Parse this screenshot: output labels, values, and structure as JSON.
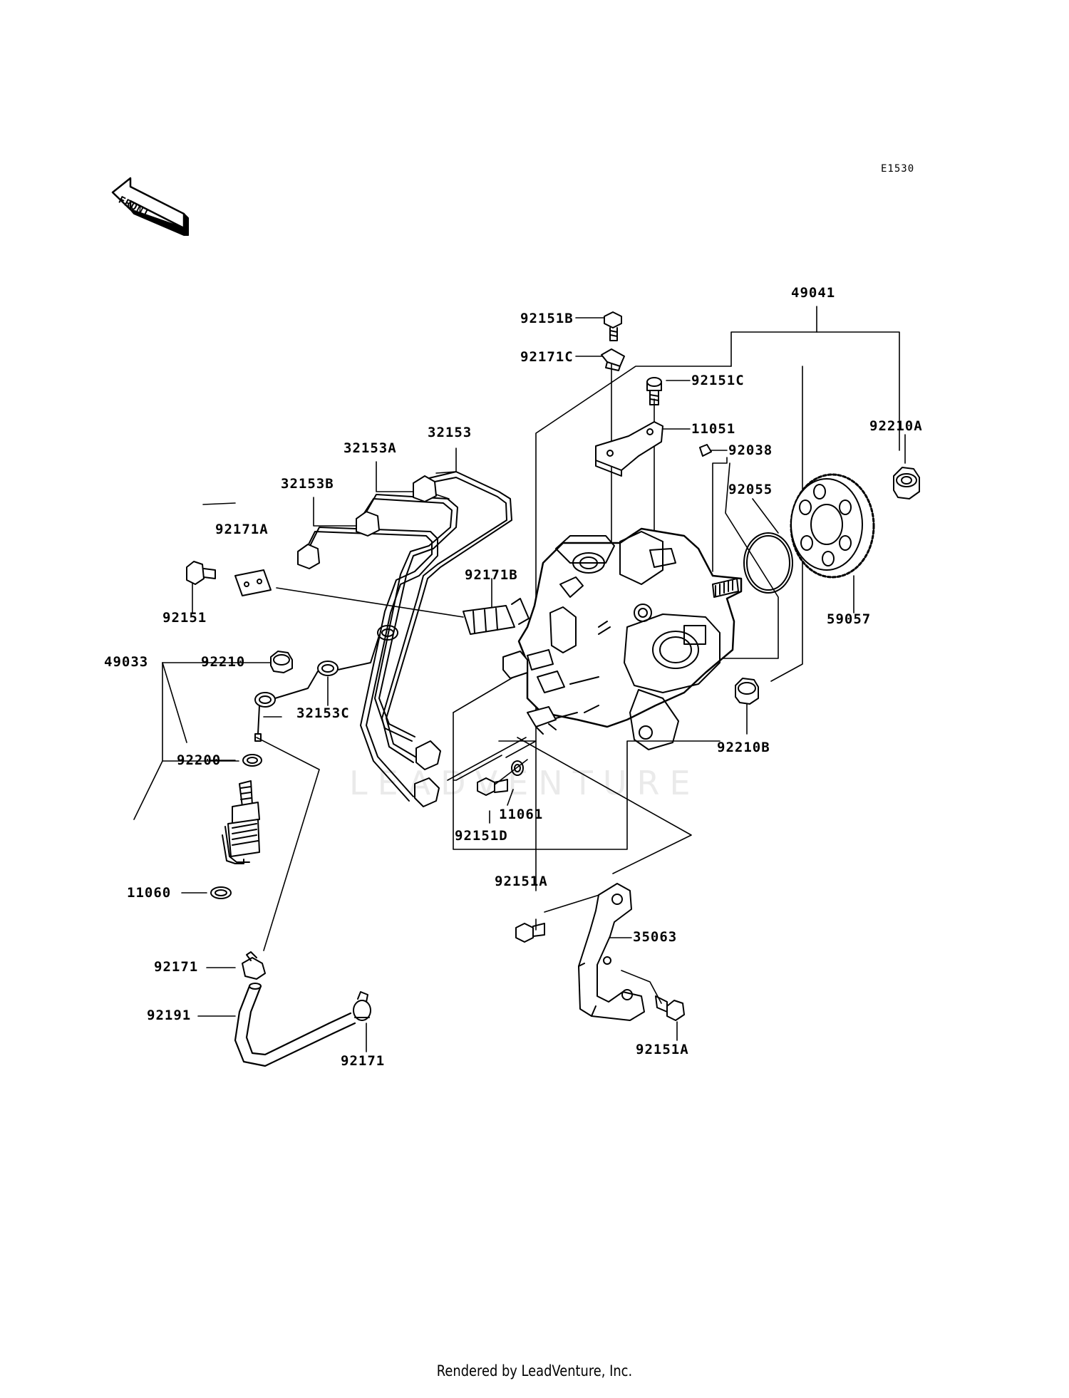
{
  "diagram_code": "E1530",
  "front_label": "FRONT",
  "watermark": "LEADVENTURE",
  "footer": "Rendered by LeadVenture, Inc.",
  "labels": {
    "p49041": "49041",
    "p92151B": "92151B",
    "p92171C": "92171C",
    "p92151C": "92151C",
    "p92210A": "92210A",
    "p11051": "11051",
    "p92038": "92038",
    "p32153": "32153",
    "p32153A": "32153A",
    "p32153B": "32153B",
    "p92055": "92055",
    "p92171A": "92171A",
    "p92171B": "92171B",
    "p59057": "59057",
    "p92151": "92151",
    "p49033": "49033",
    "p92210": "92210",
    "p32153C": "32153C",
    "p92210B": "92210B",
    "p92200": "92200",
    "p11061": "11061",
    "p92151D": "92151D",
    "p11060": "11060",
    "p92151A_top": "92151A",
    "p35063": "35063",
    "p92171_left": "92171",
    "p92191": "92191",
    "p92171_bottom": "92171",
    "p92151A_bottom": "92151A"
  }
}
